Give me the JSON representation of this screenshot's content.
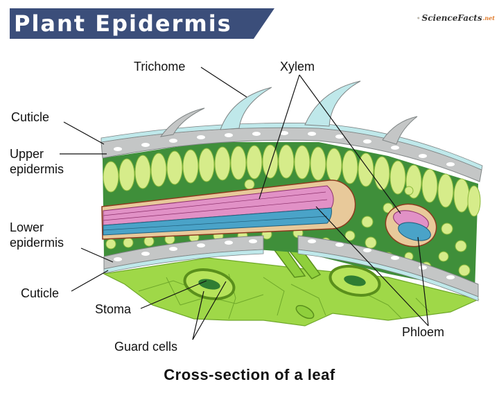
{
  "header": {
    "title": "Plant Epidermis",
    "banner_color": "#3b4e7a",
    "logo": {
      "name": "ScienceFacts",
      "suffix": ".net"
    }
  },
  "diagram": {
    "labels": {
      "trichome": "Trichome",
      "xylem": "Xylem",
      "cuticle_top": "Cuticle",
      "upper_epidermis_1": "Upper",
      "upper_epidermis_2": "epidermis",
      "lower_epidermis_1": "Lower",
      "lower_epidermis_2": "epidermis",
      "cuticle_bottom": "Cuticle",
      "stoma": "Stoma",
      "guard_cells": "Guard cells",
      "phloem": "Phloem"
    },
    "colors": {
      "cuticle": "#bfe8ea",
      "epidermis_cell": "#c4c6c6",
      "palisade_cell": "#d6ec8a",
      "mesophyll_bg": "#3f8f3a",
      "spongy_cell": "#d6ec8a",
      "xylem": "#e191c6",
      "phloem": "#4aa3c8",
      "bundle_sheath": "#e8c99a",
      "lower_surface": "#9fd848"
    },
    "caption": "Cross-section of a leaf"
  }
}
